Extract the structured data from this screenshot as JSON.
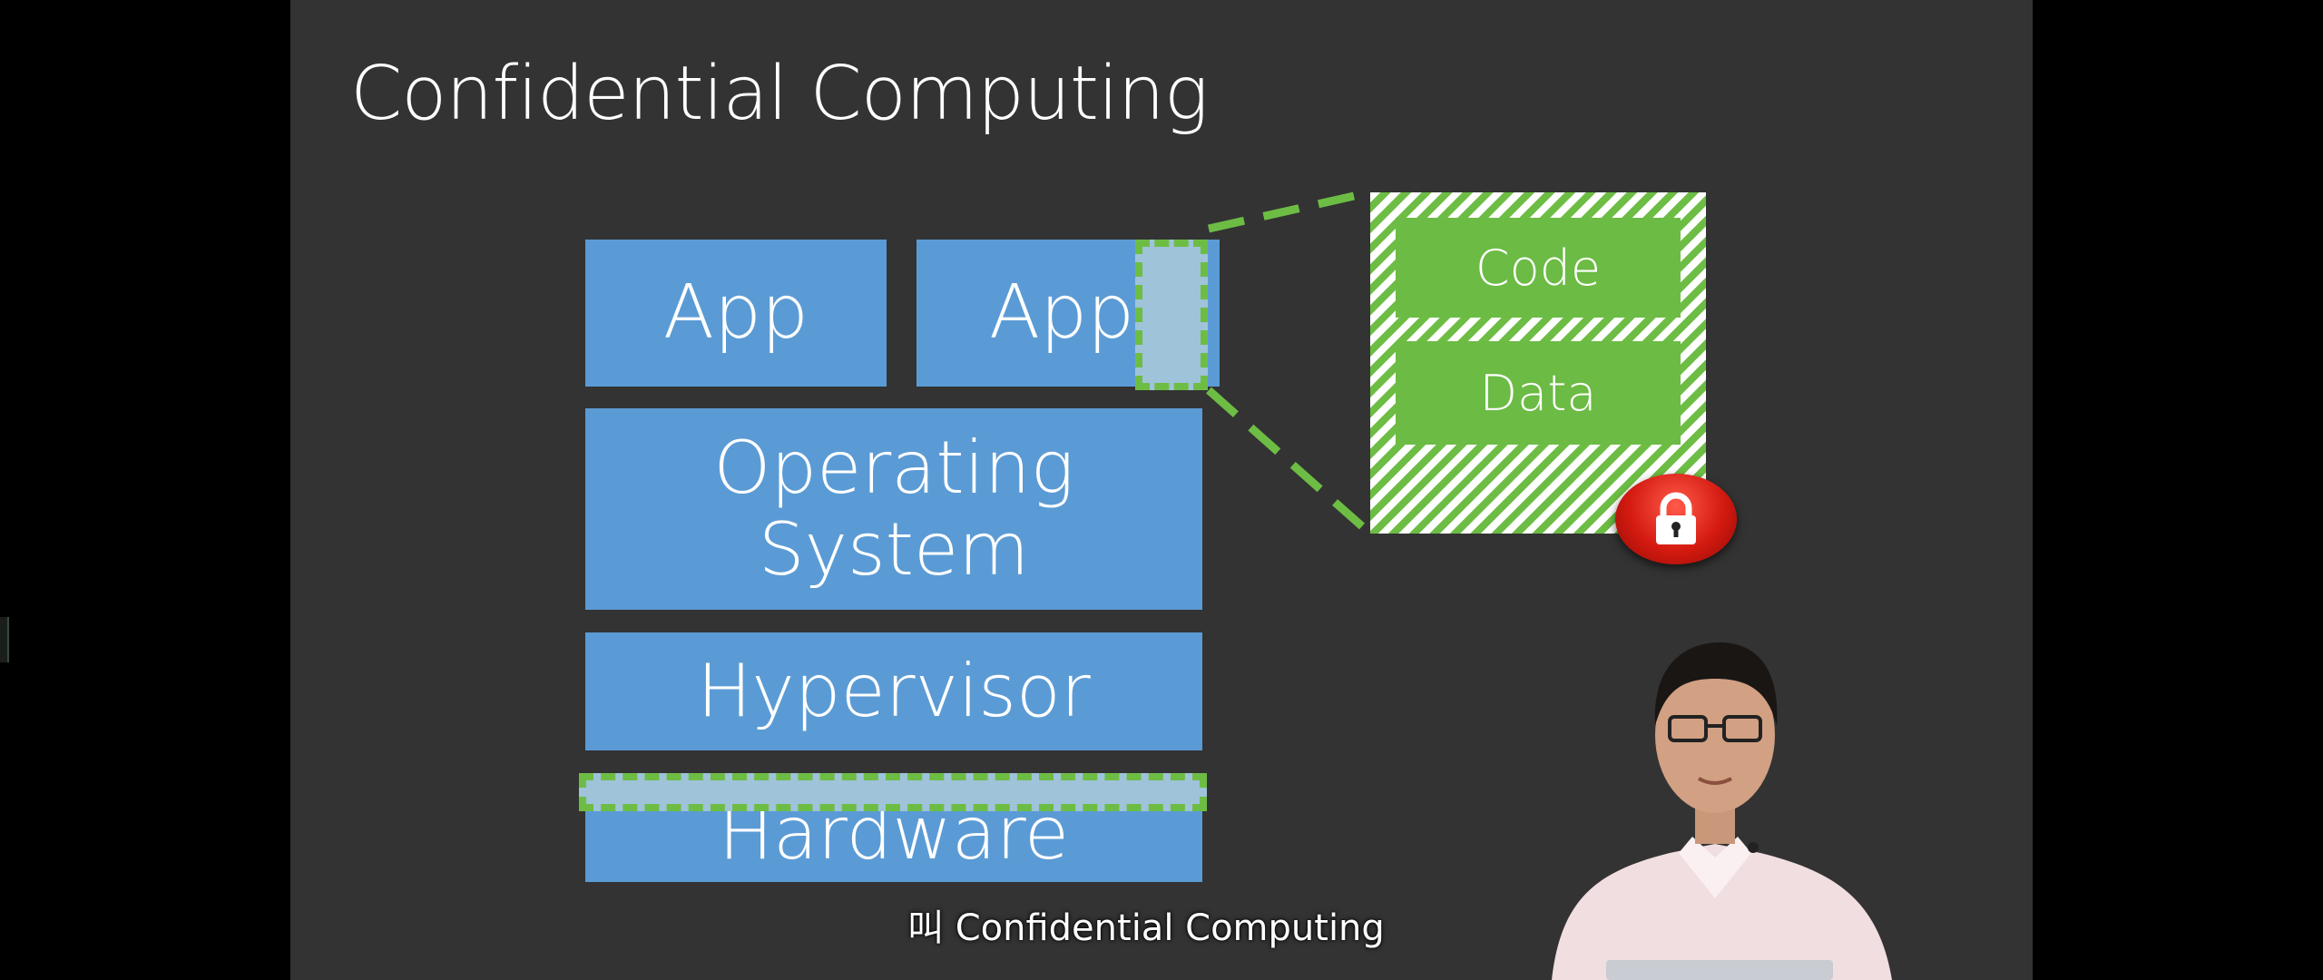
{
  "slide": {
    "title": "Confidential Computing"
  },
  "stack": {
    "app_1": "App",
    "app_2": "App",
    "operating_system": "Operating\nSystem",
    "hypervisor": "Hypervisor",
    "hardware": "Hardware"
  },
  "enclave": {
    "code_label": "Code",
    "data_label": "Data",
    "lock_icon": "padlock-icon"
  },
  "caption": {
    "subtitle": "叫 Confidential Computing"
  },
  "colors": {
    "slide_background": "#333333",
    "stack_block": "#5b9bd5",
    "enclave_green": "#6cbb44",
    "dashed_outline": "#6dbd45",
    "lock_red": "#d41a10"
  }
}
